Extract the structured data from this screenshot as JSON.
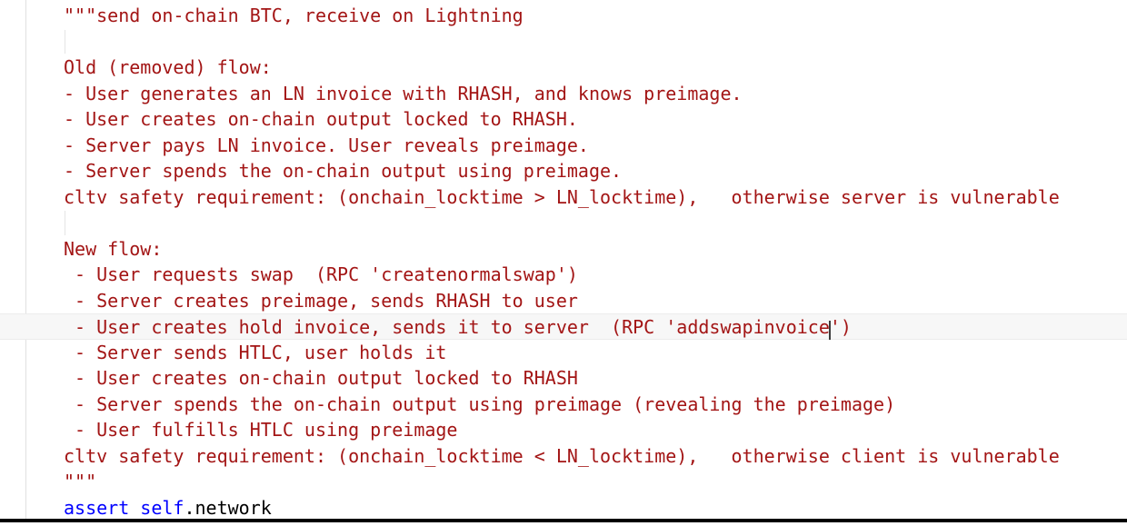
{
  "app": {
    "type": "code-editor-viewport",
    "language": "python",
    "background": "#ffffff"
  },
  "colors": {
    "string": "#a31515",
    "keyword": "#0000ff",
    "default": "#000000",
    "line_highlight": "#f7f7f7",
    "line_highlight_border": "#ececec",
    "indent_guide": "#e1e1e1",
    "cursor": "#3c3c3c",
    "bottom_bar": "#000000"
  },
  "editor": {
    "lines": [
      {
        "segments": [
          {
            "text": "\"\"\"send on-chain BTC, receive on Lightning",
            "color": "string"
          }
        ]
      },
      {
        "blank": true,
        "indent_guide": true
      },
      {
        "segments": [
          {
            "text": "Old (removed) flow:",
            "color": "string"
          }
        ]
      },
      {
        "segments": [
          {
            "text": "- User generates an LN invoice with RHASH, and knows preimage.",
            "color": "string"
          }
        ]
      },
      {
        "segments": [
          {
            "text": "- User creates on-chain output locked to RHASH.",
            "color": "string"
          }
        ]
      },
      {
        "segments": [
          {
            "text": "- Server pays LN invoice. User reveals preimage.",
            "color": "string"
          }
        ]
      },
      {
        "segments": [
          {
            "text": "- Server spends the on-chain output using preimage.",
            "color": "string"
          }
        ]
      },
      {
        "segments": [
          {
            "text": "cltv safety requirement: (onchain_locktime > LN_locktime),   otherwise server is vulnerable",
            "color": "string"
          }
        ]
      },
      {
        "blank": true,
        "indent_guide": true
      },
      {
        "segments": [
          {
            "text": "New flow:",
            "color": "string"
          }
        ]
      },
      {
        "segments": [
          {
            "text": " - User requests swap  (RPC 'createnormalswap')",
            "color": "string"
          }
        ]
      },
      {
        "segments": [
          {
            "text": " - Server creates preimage, sends RHASH to user",
            "color": "string"
          }
        ]
      },
      {
        "highlighted": true,
        "segments": [
          {
            "text": " - User creates hold invoice, sends it to server  (RPC 'addswapinvoice",
            "color": "string"
          },
          {
            "cursor": true
          },
          {
            "text": "')",
            "color": "string"
          }
        ]
      },
      {
        "segments": [
          {
            "text": " - Server sends HTLC, user holds it",
            "color": "string"
          }
        ]
      },
      {
        "segments": [
          {
            "text": " - User creates on-chain output locked to RHASH",
            "color": "string"
          }
        ]
      },
      {
        "segments": [
          {
            "text": " - Server spends the on-chain output using preimage (revealing the preimage)",
            "color": "string"
          }
        ]
      },
      {
        "segments": [
          {
            "text": " - User fulfills HTLC using preimage",
            "color": "string"
          }
        ]
      },
      {
        "segments": [
          {
            "text": "cltv safety requirement: (onchain_locktime < LN_locktime),   otherwise client is vulnerable",
            "color": "string"
          }
        ]
      },
      {
        "segments": [
          {
            "text": "\"\"\"",
            "color": "string"
          }
        ]
      },
      {
        "segments": [
          {
            "text": "assert",
            "color": "keyword"
          },
          {
            "text": " ",
            "color": "default"
          },
          {
            "text": "self",
            "color": "keyword"
          },
          {
            "text": ".network",
            "color": "default"
          }
        ]
      }
    ]
  }
}
